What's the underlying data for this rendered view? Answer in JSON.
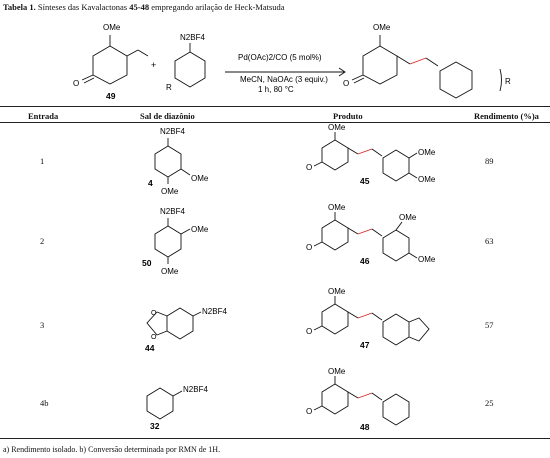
{
  "caption": {
    "label": "Tabela 1.",
    "before": " Sínteses das Kavalactonas ",
    "range": "45-48",
    "after": " empregando arilação de Heck-Matsuda"
  },
  "scheme": {
    "reagent_label": "49",
    "substituent": "R",
    "diazonium_group": "N2BF4",
    "methoxy": "OMe",
    "carbonyl_o": "O",
    "plus": "+",
    "conditions": [
      "Pd(OAc)2/CO (5 mol%)",
      "MeCN, NaOAc (3 equiv.)",
      "1 h, 80 °C"
    ]
  },
  "table": {
    "headers": [
      "Entrada",
      "Sal de diazônio",
      "Produto",
      "Rendimento (%)a"
    ],
    "rows": [
      {
        "entry": "1",
        "salt_label": "4",
        "product_label": "45",
        "yield": "89"
      },
      {
        "entry": "2",
        "salt_label": "50",
        "product_label": "46",
        "yield": "63"
      },
      {
        "entry": "3",
        "salt_label": "44",
        "product_label": "47",
        "yield": "57"
      },
      {
        "entry": "4b",
        "salt_label": "32",
        "product_label": "48",
        "yield": "25"
      }
    ]
  },
  "footnote": "a) Rendimento isolado. b) Conversão determinada por RMN de 1H."
}
